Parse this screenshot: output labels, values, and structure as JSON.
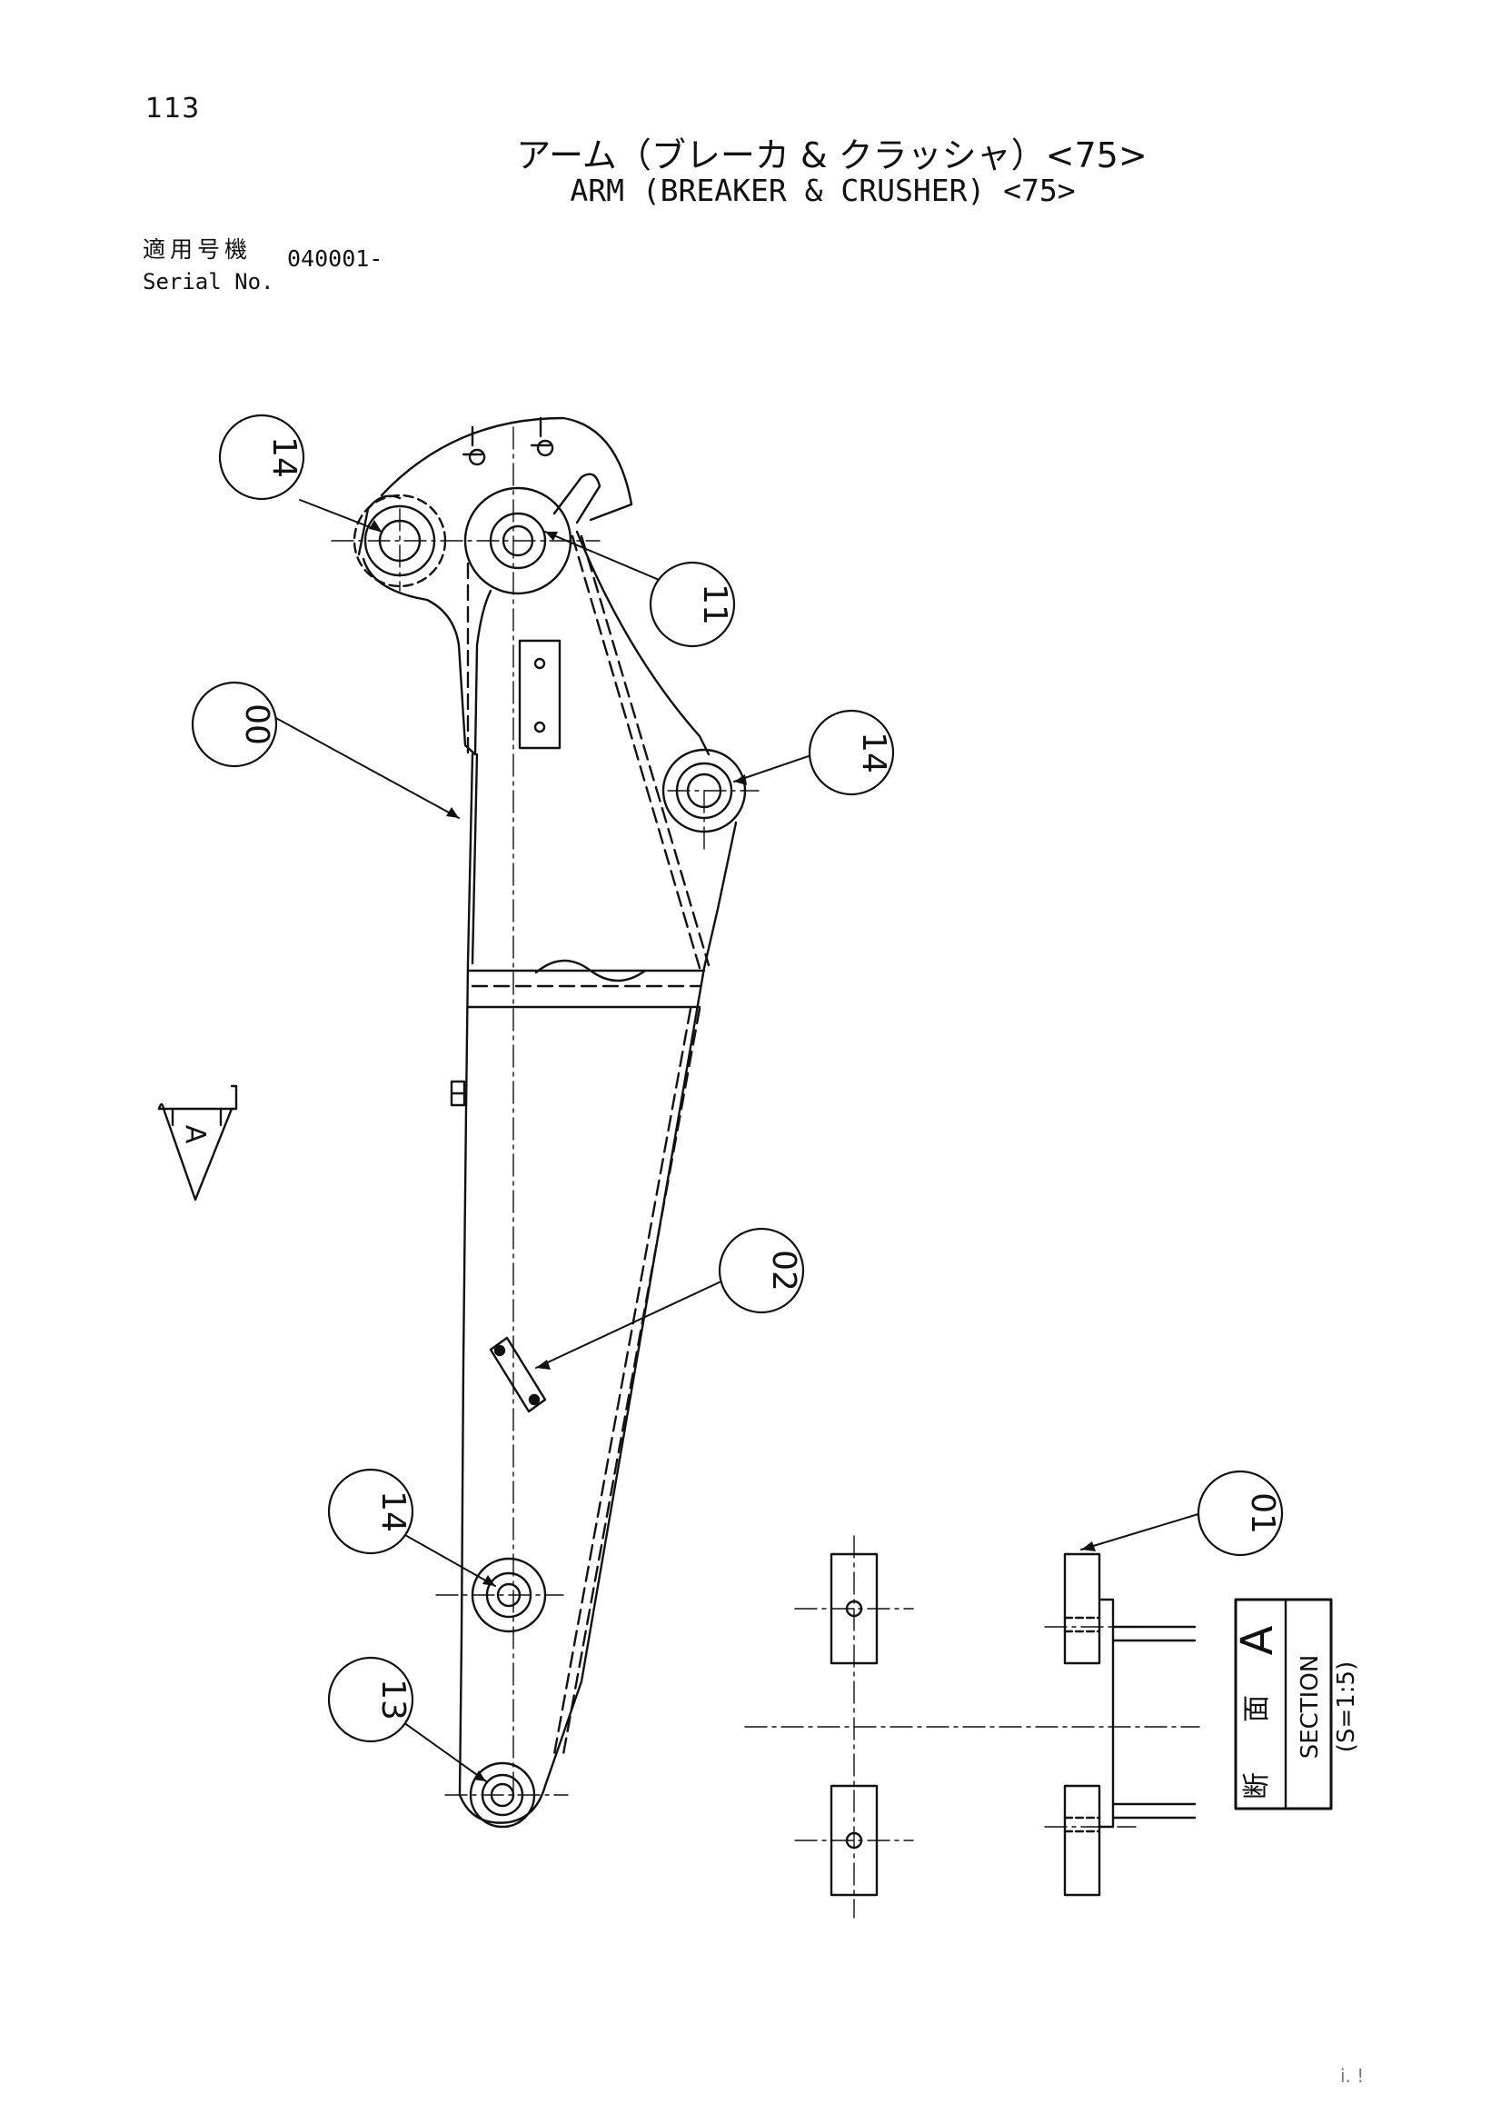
{
  "header": {
    "page_number": "113",
    "title_ja": "アーム（ブレーカ & クラッシャ）<75>",
    "title_en": "ARM (BREAKER & CRUSHER) <75>",
    "serial_label_ja": "適用号機",
    "serial_label_en": "Serial No.",
    "serial_value": "040001-"
  },
  "callouts": [
    {
      "id": "callout-14-top-left",
      "label": "14"
    },
    {
      "id": "callout-11",
      "label": "11"
    },
    {
      "id": "callout-00",
      "label": "00"
    },
    {
      "id": "callout-14-right",
      "label": "14"
    },
    {
      "id": "callout-02",
      "label": "02"
    },
    {
      "id": "callout-14-bottom",
      "label": "14"
    },
    {
      "id": "callout-13",
      "label": "13"
    },
    {
      "id": "callout-01",
      "label": "01"
    }
  ],
  "view_arrow": {
    "label": "A"
  },
  "section_box": {
    "kanji_1": "断",
    "kanji_2": "面",
    "letter": "A",
    "label": "SECTION",
    "scale": "(S=1:5)"
  },
  "footer": {
    "mark": "i. !"
  }
}
